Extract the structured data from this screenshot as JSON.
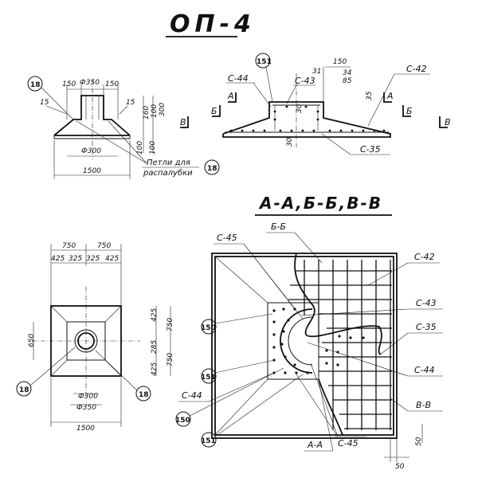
{
  "title": "ОП-4",
  "section_title": "А-А,Б-Б,В-В",
  "note": {
    "line1": "Петли для",
    "line2": "распалубки"
  },
  "callouts": {
    "c18": "18",
    "c150": "150",
    "c151": "151"
  },
  "labels": {
    "c42": "С-42",
    "c43": "С-43",
    "c44": "С-44",
    "c45": "С-45",
    "c35": "С-35",
    "aa": "А-А",
    "bb": "Б-Б",
    "vv": "В-В",
    "a": "А",
    "b": "Б",
    "v": "В"
  },
  "dims": {
    "d150": "150",
    "d350": "Ф350",
    "d300": "Ф300",
    "d1500": "1500",
    "d15": "15",
    "d160": "160",
    "d100": "100",
    "d300v": "300",
    "d31": "31",
    "d34": "34",
    "d85": "85",
    "d35": "35",
    "d30": "30",
    "d750": "750",
    "d425": "425",
    "d325": "325",
    "d650": "650",
    "d285": "285",
    "dp300": "Ф300",
    "dp350": "Ф350",
    "d50": "50"
  }
}
